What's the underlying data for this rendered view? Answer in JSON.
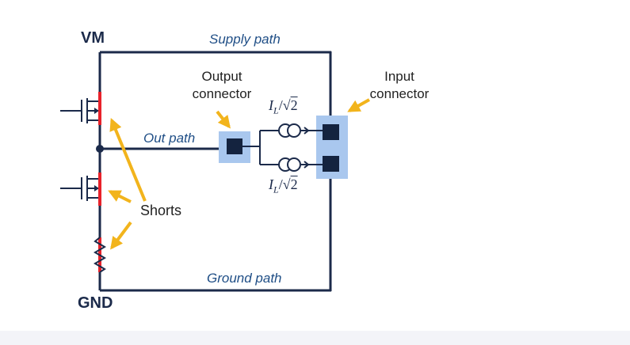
{
  "diagram": {
    "rails": {
      "top": "VM",
      "bottom": "GND"
    },
    "paths": {
      "supply": "Supply path",
      "out": "Out path",
      "ground": "Ground path"
    },
    "connectors": {
      "output": [
        "Output",
        "connector"
      ],
      "input": [
        "Input",
        "connector"
      ]
    },
    "sources": {
      "top_label": "I_L/√2",
      "bottom_label": "I_L/√2",
      "label_math": {
        "symbol": "I",
        "subscript": "L",
        "operator": "/√",
        "radicand": "2"
      }
    },
    "shorts_label": "Shorts",
    "colors": {
      "wire": "#1b2a4a",
      "connector_highlight": "#a9c7ee",
      "connector_pin": "#14233f",
      "short_marker": "#e8222a",
      "arrow": "#f2b41c",
      "path_label": "#1f4e86"
    },
    "icons": [
      "mosfet-high-side-icon",
      "mosfet-low-side-icon",
      "resistor-icon",
      "current-source-icon"
    ]
  }
}
